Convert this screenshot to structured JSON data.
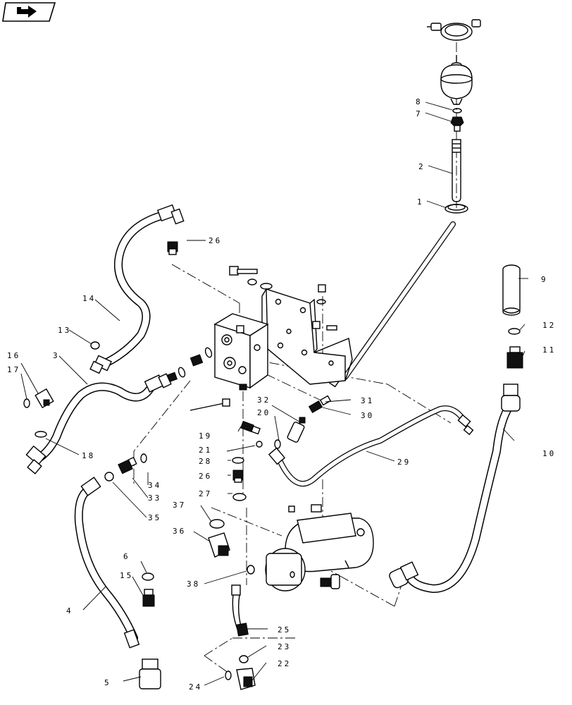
{
  "callouts": {
    "c1": "1",
    "c2": "2",
    "c3": "3",
    "c4": "4",
    "c5": "5",
    "c6": "6",
    "c7": "7",
    "c8": "8",
    "c9": "9",
    "c10": "10",
    "c11": "11",
    "c12": "12",
    "c13": "13",
    "c14": "14",
    "c15": "15",
    "c16": "16",
    "c17": "17",
    "c18": "18",
    "c19": "19",
    "c20": "20",
    "c21": "21",
    "c22": "22",
    "c23": "23",
    "c24": "24",
    "c25": "25",
    "c26a": "26",
    "c26b": "26",
    "c27": "27",
    "c28": "28",
    "c29": "29",
    "c30": "30",
    "c31": "31",
    "c32": "32",
    "c33": "33",
    "c34": "34",
    "c35": "35",
    "c36": "36",
    "c37": "37",
    "c38": "38"
  },
  "icons": {
    "corner": "navigation-arrow-icon"
  }
}
